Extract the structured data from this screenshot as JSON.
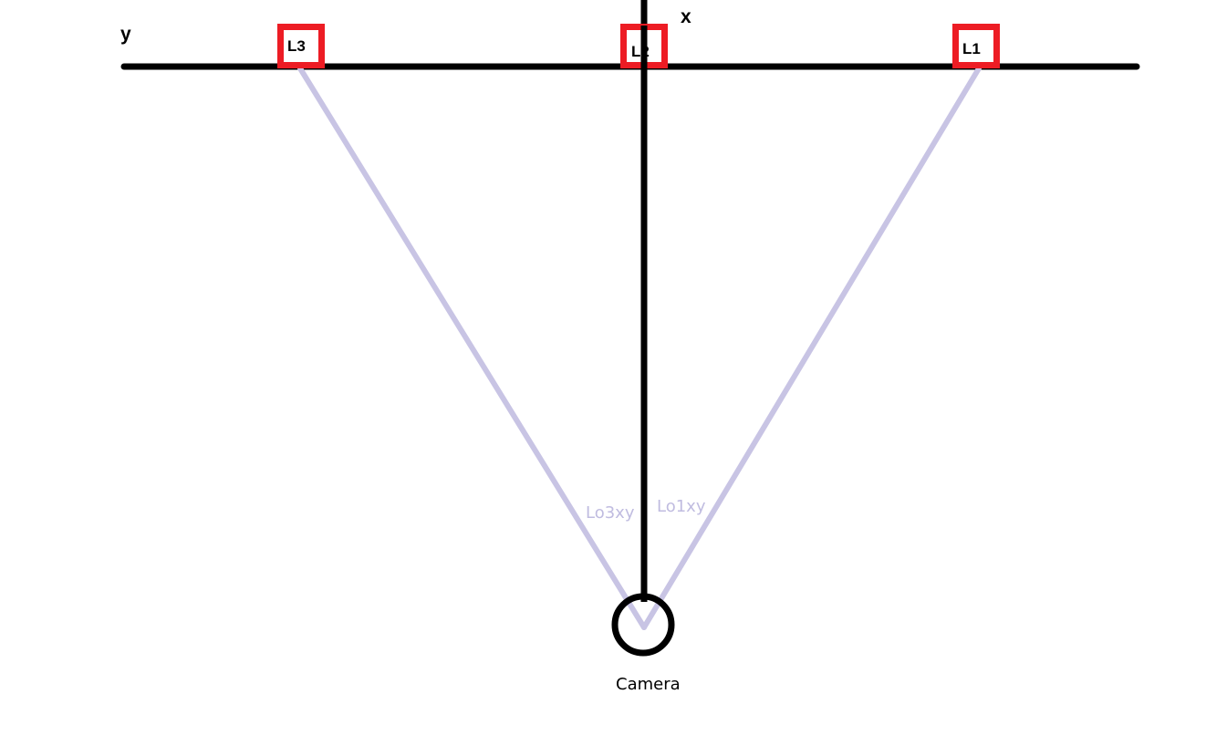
{
  "axes": {
    "y_label": "y",
    "x_label": "x"
  },
  "markers": [
    {
      "id": "L3",
      "label": "L3"
    },
    {
      "id": "L2",
      "label": "L2"
    },
    {
      "id": "L1",
      "label": "L1"
    }
  ],
  "rays": {
    "lo3": "Lo3xy",
    "lo1": "Lo1xy"
  },
  "camera": {
    "label": "Camera"
  },
  "colors": {
    "axis": "#000000",
    "marker_border": "#ed1c24",
    "ray": "#c8c4e4",
    "ray_label": "#c0bce0"
  }
}
